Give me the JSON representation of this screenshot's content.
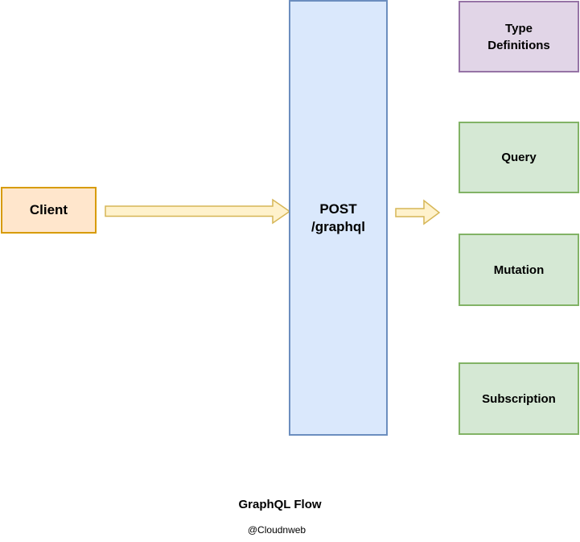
{
  "diagram": {
    "title": "GraphQL Flow",
    "credit": "@Cloudnweb",
    "nodes": {
      "client": {
        "label": "Client",
        "fill": "#FFE6CC",
        "border": "#D79B00"
      },
      "server": {
        "label": "POST\n/graphql",
        "fill": "#DAE8FC",
        "border": "#6C8EBF"
      },
      "type_definitions": {
        "label": "Type\nDefinitions",
        "fill": "#E1D5E7",
        "border": "#9673A6"
      },
      "query": {
        "label": "Query",
        "fill": "#D5E8D4",
        "border": "#82B366"
      },
      "mutation": {
        "label": "Mutation",
        "fill": "#D5E8D4",
        "border": "#82B366"
      },
      "subscription": {
        "label": "Subscription",
        "fill": "#D5E8D4",
        "border": "#82B366"
      }
    },
    "arrows": {
      "client_to_server": {
        "direction": "right"
      },
      "server_to_operations": {
        "direction": "right"
      },
      "fill": "#FFF2CC",
      "border": "#D6B656"
    }
  }
}
